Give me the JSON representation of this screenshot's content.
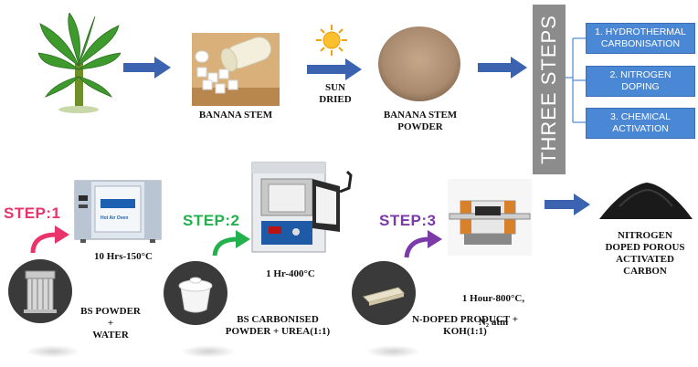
{
  "top_row": {
    "banana_stem": "BANANA STEM",
    "sun_dried": "SUN\nDRIED",
    "banana_stem_powder": "BANANA STEM\nPOWDER"
  },
  "three_steps": {
    "title": "THREE STEPS",
    "steps": [
      "1. HYDROTHERMAL\nCARBONISATION",
      "2. NITROGEN\nDOPING",
      "3. CHEMICAL\nACTIVATION"
    ]
  },
  "step1": {
    "label": "STEP:1",
    "color": "#e8336b",
    "condition": "10 Hrs-150°C",
    "oven_label": "Hot Air Oven",
    "input": "BS POWDER\n+\nWATER"
  },
  "step2": {
    "label": "STEP:2",
    "color": "#22b14c",
    "condition": "1 Hr-400°C",
    "input": "BS CARBONISED\nPOWDER + UREA(1:1)"
  },
  "step3": {
    "label": "STEP:3",
    "color": "#7b3aa8",
    "condition_line1": "1 Hour-800°C,",
    "condition_line2": "N₂ atm",
    "input": "N-DOPED PRODUCT +\nKOH(1:1)"
  },
  "final_product": "NITROGEN\nDOPED POROUS\nACTIVATED\nCARBON",
  "colors": {
    "arrow_blue": "#3b63b0",
    "step_box_blue": "#4a88d6",
    "three_steps_gray": "#8c8c8c"
  }
}
